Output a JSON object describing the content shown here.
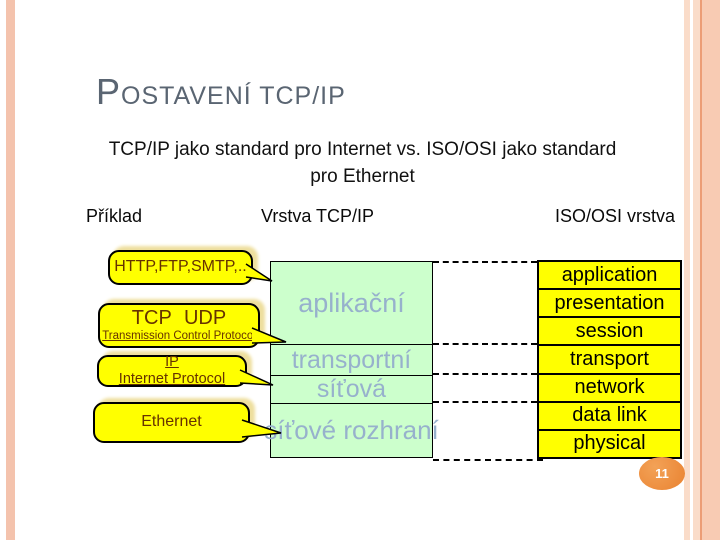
{
  "slide": {
    "title": "POSTAVENÍ TCP/IP",
    "subtitle_line1": "TCP/IP jako standard pro Internet vs. ISO/OSI jako standard",
    "subtitle_line2": "pro Ethernet",
    "page_number": "11"
  },
  "columns": {
    "left_header": "Příklad",
    "middle_header": "Vrstva TCP/IP",
    "right_header": "ISO/OSI vrstva"
  },
  "callouts": {
    "http": {
      "line1": "HTTP,FTP,SMTP,.."
    },
    "tcp": {
      "line1": "TCP UDP",
      "line2": "Transmission Control Protocol"
    },
    "ip": {
      "line1": "IP",
      "line2": "Internet Protocol"
    },
    "eth": {
      "line1": "Ethernet"
    }
  },
  "tcpip_layers": [
    "aplikační",
    "transportní",
    "síťová",
    "síťové rozhraní"
  ],
  "osi_layers": [
    "application",
    "presentation",
    "session",
    "transport",
    "network",
    "data link",
    "physical"
  ],
  "colors": {
    "edge_stripe": "#f4c3ad",
    "callout_fill": "#ffff00",
    "callout_text": "#663300",
    "tcpip_fill": "#ccffcc",
    "tcpip_text": "#97b1cc",
    "osi_fill": "#ffff00",
    "title_text": "#5a6572",
    "page_badge": "#ec8b3a"
  }
}
